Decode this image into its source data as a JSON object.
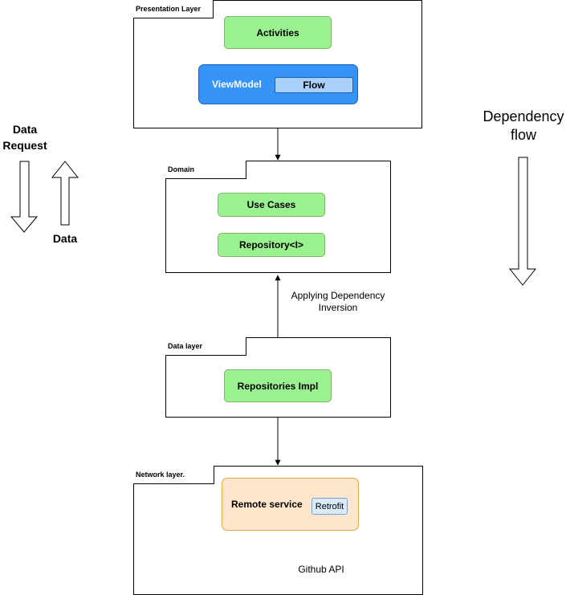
{
  "layers": {
    "presentation": {
      "label": "Presentation Layer",
      "activities": "Activities",
      "viewmodel": "ViewModel",
      "flow": "Flow"
    },
    "domain": {
      "label": "Domain",
      "use_cases": "Use Cases",
      "repository": "Repository<I>"
    },
    "data": {
      "label": "Data layer",
      "repositories_impl": "Repositories Impl"
    },
    "network": {
      "label": "Network layer.",
      "remote_service": "Remote service",
      "retrofit": "Retrofit",
      "github_api": "Github API"
    }
  },
  "annotations": {
    "dependency_inversion_line1": "Applying Dependency",
    "dependency_inversion_line2": "Inversion",
    "data_request_line1": "Data",
    "data_request_line2": "Request",
    "data": "Data",
    "dependency_flow_line1": "Dependency",
    "dependency_flow_line2": "flow"
  }
}
